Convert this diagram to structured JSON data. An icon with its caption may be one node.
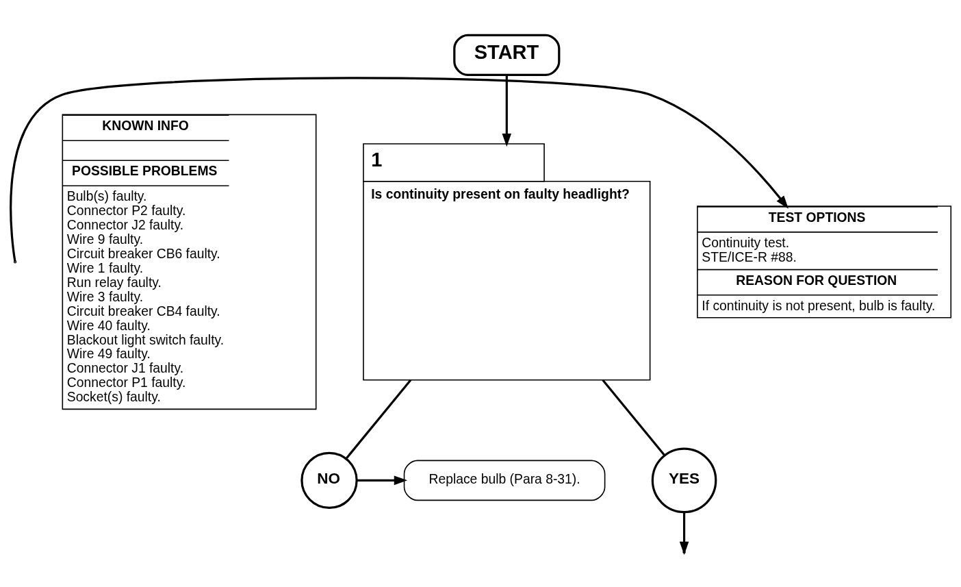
{
  "diagram": {
    "nodes": [
      {
        "text": [
          "START"
        ]
      },
      {
        "text": [
          "1",
          "Is continuity present on faulty headlight?"
        ]
      },
      {
        "text": [
          "NO"
        ]
      },
      {
        "text": [
          "Replace bulb (Para 8-31)."
        ]
      },
      {
        "text": [
          "YES"
        ]
      },
      {
        "text": [
          "KNOWN INFO",
          "POSSIBLE PROBLEMS",
          "Bulb(s) faulty.",
          "Connector P2 faulty.",
          "Connector J2 faulty.",
          "Wire 9 faulty.",
          "Circuit breaker CB6 faulty.",
          "Wire 1 faulty.",
          "Run relay faulty.",
          "Wire 3 faulty.",
          "Circuit breaker CB4 faulty.",
          "Wire 40 faulty.",
          "Blackout light switch faulty.",
          "Wire 49 faulty.",
          "Connector J1 faulty.",
          "Connector P1 faulty.",
          "Socket(s) faulty."
        ]
      },
      {
        "text": [
          "TEST OPTIONS",
          "Continuity test.",
          "STE/ICE-R #88.",
          "REASON FOR QUESTION",
          "If continuity is not present, bulb is faulty."
        ]
      }
    ],
    "edges": [
      {
        "from": 0,
        "to": 1,
        "arrow": "to"
      },
      {
        "from": 1,
        "to": 2,
        "arrow": "none"
      },
      {
        "from": 2,
        "to": 3,
        "arrow": "to"
      },
      {
        "from": 1,
        "to": 4,
        "arrow": "none"
      },
      {
        "from": 4,
        "to": null,
        "arrow": "to"
      },
      {
        "from": null,
        "to": 6,
        "arrow": "to"
      }
    ]
  }
}
